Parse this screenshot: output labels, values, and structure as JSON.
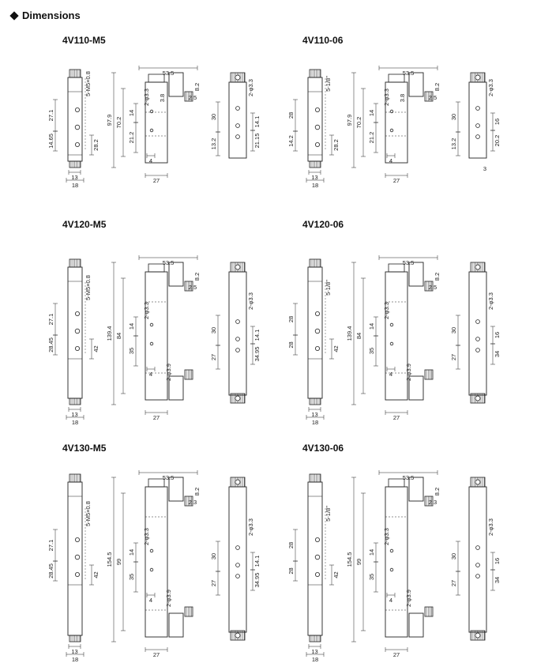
{
  "title": "Dimensions",
  "panels": [
    {
      "model": "4V110-M5",
      "port": "5-M5×0.8",
      "w": "53.5",
      "w2": "27",
      "w3": "18",
      "w4": "13",
      "h1": "97.9",
      "h2": "70.2",
      "h3": "27.1",
      "h4": "14.65",
      "h5": "28.2",
      "h6": "21.2",
      "h7": "14",
      "h8": "4",
      "hole": "2-φ3.3",
      "s1": "8.2",
      "s2": "2.5",
      "s3": "3.8",
      "e1": "30",
      "e2": "13.2",
      "e3": "14.1",
      "e4": "21.15"
    },
    {
      "model": "4V110-06",
      "port": "5-1/8\"",
      "w": "53.5",
      "w2": "27",
      "w3": "18",
      "w4": "13",
      "h1": "97.9",
      "h2": "70.2",
      "h3": "28",
      "h4": "14.2",
      "h5": "28.2",
      "h6": "21.2",
      "h7": "14",
      "h8": "4",
      "hole": "2-φ3.3",
      "s1": "8.2",
      "s2": "2.5",
      "s3": "3.8",
      "e1": "30",
      "e2": "13.2",
      "e3": "16",
      "e4": "20.2",
      "e5": "3"
    },
    {
      "model": "4V120-M5",
      "port": "5-M5×0.8",
      "w": "53.5",
      "w2": "27",
      "w3": "18",
      "w4": "13",
      "h1": "139.4",
      "h2": "84",
      "h3": "27.1",
      "h4": "28.45",
      "h5": "42",
      "h6": "35",
      "h7": "14",
      "h8": "4",
      "hole": "2-φ3.3",
      "hole2": "2-φ3.9",
      "s1": "8.2",
      "s2": "2.5",
      "e1": "30",
      "e2": "27",
      "e3": "14.1",
      "e4": "34.95"
    },
    {
      "model": "4V120-06",
      "port": "5-1/8\"",
      "w": "53.5",
      "w2": "27",
      "w3": "18",
      "w4": "13",
      "h1": "139.4",
      "h2": "84",
      "h3": "28",
      "h4": "28",
      "h5": "42",
      "h6": "35",
      "h7": "14",
      "h8": "4",
      "hole": "2-φ3.3",
      "hole2": "2-φ3.9",
      "s1": "8.2",
      "s2": "2.5",
      "e1": "30",
      "e2": "27",
      "e3": "16",
      "e4": "34"
    },
    {
      "model": "4V130-M5",
      "port": "5-M5×0.8",
      "w": "53.5",
      "w2": "27",
      "w3": "18",
      "w4": "13",
      "h1": "154.5",
      "h2": "99",
      "h3": "27.1",
      "h4": "28.45",
      "h5": "42",
      "h6": "35",
      "h7": "14",
      "h8": "4",
      "hole": "2-φ3.3",
      "hole2": "2-φ3.9",
      "s1": "8.2",
      "s2": "2.3",
      "e1": "30",
      "e2": "27",
      "e3": "14.1",
      "e4": "34.95"
    },
    {
      "model": "4V130-06",
      "port": "5-1/8\"",
      "w": "53.5",
      "w2": "27",
      "w3": "18",
      "w4": "13",
      "h1": "154.5",
      "h2": "99",
      "h3": "28",
      "h4": "28",
      "h5": "42",
      "h6": "35",
      "h7": "14",
      "h8": "4",
      "hole": "2-φ3.3",
      "hole2": "2-φ3.9",
      "s1": "8.2",
      "s2": "2.3",
      "e1": "30",
      "e2": "27",
      "e3": "16",
      "e4": "34"
    }
  ]
}
